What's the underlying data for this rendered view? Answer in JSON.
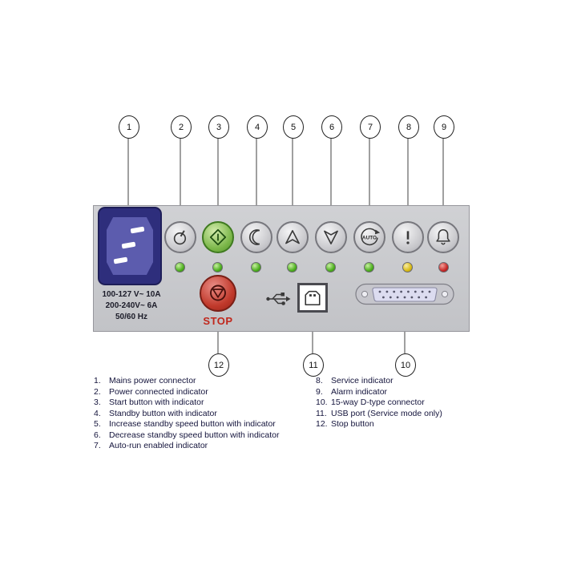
{
  "callouts": {
    "top": [
      {
        "num": "1"
      },
      {
        "num": "2"
      },
      {
        "num": "3"
      },
      {
        "num": "4"
      },
      {
        "num": "5"
      },
      {
        "num": "6"
      },
      {
        "num": "7"
      },
      {
        "num": "8"
      },
      {
        "num": "9"
      }
    ],
    "bottom": [
      {
        "num": "12"
      },
      {
        "num": "11"
      },
      {
        "num": "10"
      }
    ]
  },
  "panel": {
    "ratings": {
      "line1": "100-127 V~ 10A",
      "line2": "200-240V~ 6A",
      "line3": "50/60  Hz"
    },
    "stop_label": "STOP",
    "auto_label": "AUTO",
    "buttons": [
      {
        "callout": "2",
        "icon": "power-connected-icon",
        "indicator": "green"
      },
      {
        "callout": "3",
        "icon": "start-icon",
        "indicator": "green"
      },
      {
        "callout": "4",
        "icon": "standby-icon",
        "indicator": "green"
      },
      {
        "callout": "5",
        "icon": "increase-speed-icon",
        "indicator": "green"
      },
      {
        "callout": "6",
        "icon": "decrease-speed-icon",
        "indicator": "green"
      },
      {
        "callout": "7",
        "icon": "auto-run-icon",
        "indicator": "green"
      },
      {
        "callout": "8",
        "icon": "service-icon",
        "indicator": "yellow"
      },
      {
        "callout": "9",
        "icon": "alarm-bell-icon",
        "indicator": "red"
      }
    ],
    "connectors": [
      {
        "callout": "1",
        "name": "mains-power-connector"
      },
      {
        "callout": "10",
        "name": "d-type-15-way-connector"
      },
      {
        "callout": "11",
        "name": "usb-port"
      }
    ],
    "colors": {
      "panel": "#c9cacd",
      "connector_blue": "#2e2e7c",
      "led_green": "#4caf1e",
      "led_yellow": "#d9bb16",
      "led_red": "#c62828",
      "start_green": "#7ab648",
      "stop_red": "#c0392b"
    }
  },
  "legend": {
    "left": [
      {
        "num": "1.",
        "text": "Mains power connector"
      },
      {
        "num": "2.",
        "text": "Power connected indicator"
      },
      {
        "num": "3.",
        "text": "Start button with indicator"
      },
      {
        "num": "4.",
        "text": "Standby button with indicator"
      },
      {
        "num": "5.",
        "text": "Increase standby speed button with indicator"
      },
      {
        "num": "6.",
        "text": "Decrease standby speed button with indicator"
      },
      {
        "num": "7.",
        "text": "Auto-run enabled indicator"
      }
    ],
    "right": [
      {
        "num": "8.",
        "text": "Service indicator"
      },
      {
        "num": "9.",
        "text": "Alarm indicator"
      },
      {
        "num": "10.",
        "text": "15-way D-type connector"
      },
      {
        "num": "11.",
        "text": "USB port (Service mode only)"
      },
      {
        "num": "12.",
        "text": "Stop button"
      }
    ]
  }
}
